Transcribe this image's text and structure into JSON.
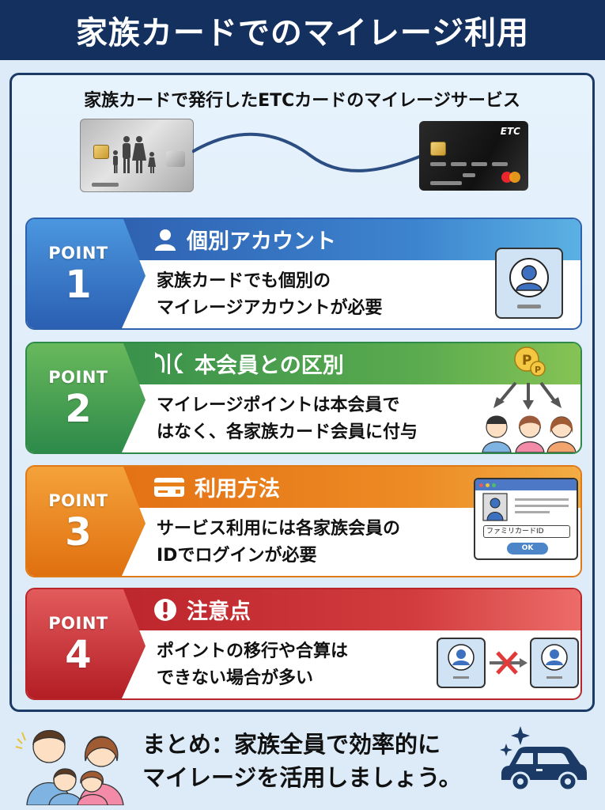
{
  "header": {
    "title": "家族カードでのマイレージ利用"
  },
  "intro": {
    "title": "家族カードで発行したETCカードのマイレージサービス",
    "family_card_icon": "family-credit-card-icon",
    "etc_card": {
      "label": "ETC",
      "brand_icon": "mastercard-logo-icon"
    }
  },
  "points": [
    {
      "badge": "POINT",
      "number": "1",
      "icon": "person-icon",
      "heading": "個別アカウント",
      "desc_line1": "家族カードでも個別の",
      "desc_line2": "マイレージアカウントが必要",
      "illustration": "profile-card-icon",
      "color": "#2f62ad"
    },
    {
      "badge": "POINT",
      "number": "2",
      "icon": "split-arrows-icon",
      "heading": "本会員との区別",
      "desc_line1": "マイレージポイントは本会員で",
      "desc_line2": "はなく、各家族カード会員に付与",
      "illustration": "points-distributed-to-family-icon",
      "coin_label": "P",
      "color": "#2f8a4a"
    },
    {
      "badge": "POINT",
      "number": "3",
      "icon": "card-icon",
      "heading": "利用方法",
      "desc_line1": "サービス利用には各家族会員の",
      "desc_line2": "IDでログインが必要",
      "illustration": "login-window-icon",
      "login": {
        "input_value": "ファミリカードID",
        "button_label": "OK"
      },
      "color": "#e07a17"
    },
    {
      "badge": "POINT",
      "number": "4",
      "icon": "exclamation-icon",
      "heading": "注意点",
      "desc_line1": "ポイントの移行や合算は",
      "desc_line2": "できない場合が多い",
      "illustration": "no-transfer-between-accounts-icon",
      "color": "#b8262c"
    }
  ],
  "summary": {
    "line1": "まとめ：家族全員で効率的に",
    "line2": "マイレージを活用しましょう。",
    "left_illustration": "happy-family-icon",
    "right_illustration": "sparkling-car-icon"
  },
  "colors": {
    "header_bg": "#13305f",
    "page_bg": "#dcebf7",
    "panel_border": "#1b3a66"
  }
}
